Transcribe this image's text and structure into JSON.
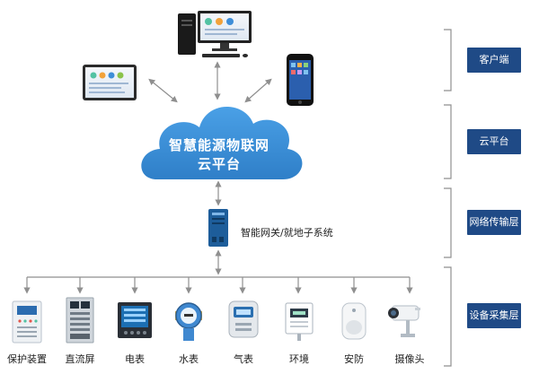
{
  "cloud": {
    "line1": "智慧能源物联网",
    "line2": "云平台"
  },
  "gateway": {
    "label": "智能网关/就地子系统"
  },
  "layers": [
    {
      "label": "客户端"
    },
    {
      "label": "云平台"
    },
    {
      "label": "网络传输层"
    },
    {
      "label": "设备采集层"
    }
  ],
  "devices": [
    {
      "label": "保护装置",
      "icon": "protection-device-icon"
    },
    {
      "label": "直流屏",
      "icon": "dc-panel-icon"
    },
    {
      "label": "电表",
      "icon": "power-meter-icon"
    },
    {
      "label": "水表",
      "icon": "water-meter-icon"
    },
    {
      "label": "气表",
      "icon": "gas-meter-icon"
    },
    {
      "label": "环境",
      "icon": "environment-sensor-icon"
    },
    {
      "label": "安防",
      "icon": "security-sensor-icon"
    },
    {
      "label": "摄像头",
      "icon": "camera-icon"
    }
  ],
  "colors": {
    "cloud": "#3e8ed8",
    "accent": "#1f4a86",
    "connector": "#8f8f8f"
  }
}
